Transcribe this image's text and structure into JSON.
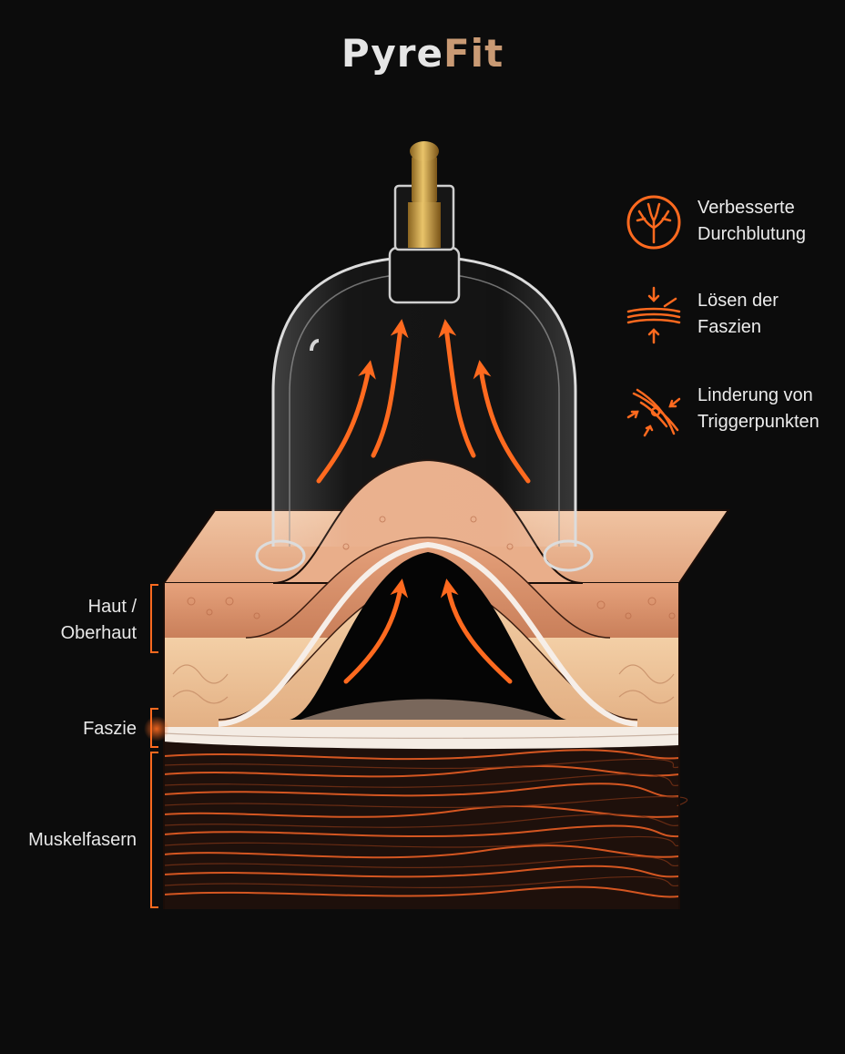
{
  "brand": {
    "part1": "Pyre",
    "part2": "Fit"
  },
  "colors": {
    "background": "#0c0c0c",
    "accent": "#ff6a1f",
    "brand_light": "#e6e6e6",
    "brand_warm": "#c99a74",
    "skin": "#e9b896",
    "muscle": "#2a1510"
  },
  "benefits": [
    {
      "icon": "blood-vessel-tree-icon",
      "line1": "Verbesserte",
      "line2": "Durchblutung"
    },
    {
      "icon": "fascia-release-icon",
      "line1": "Lösen der",
      "line2": "Faszien"
    },
    {
      "icon": "trigger-point-icon",
      "line1": "Linderung von",
      "line2": "Triggerpunkten"
    }
  ],
  "layers": {
    "skin": {
      "line1": "Haut /",
      "line2": "Oberhaut"
    },
    "fascia": "Faszie",
    "muscle": "Muskelfasern"
  }
}
